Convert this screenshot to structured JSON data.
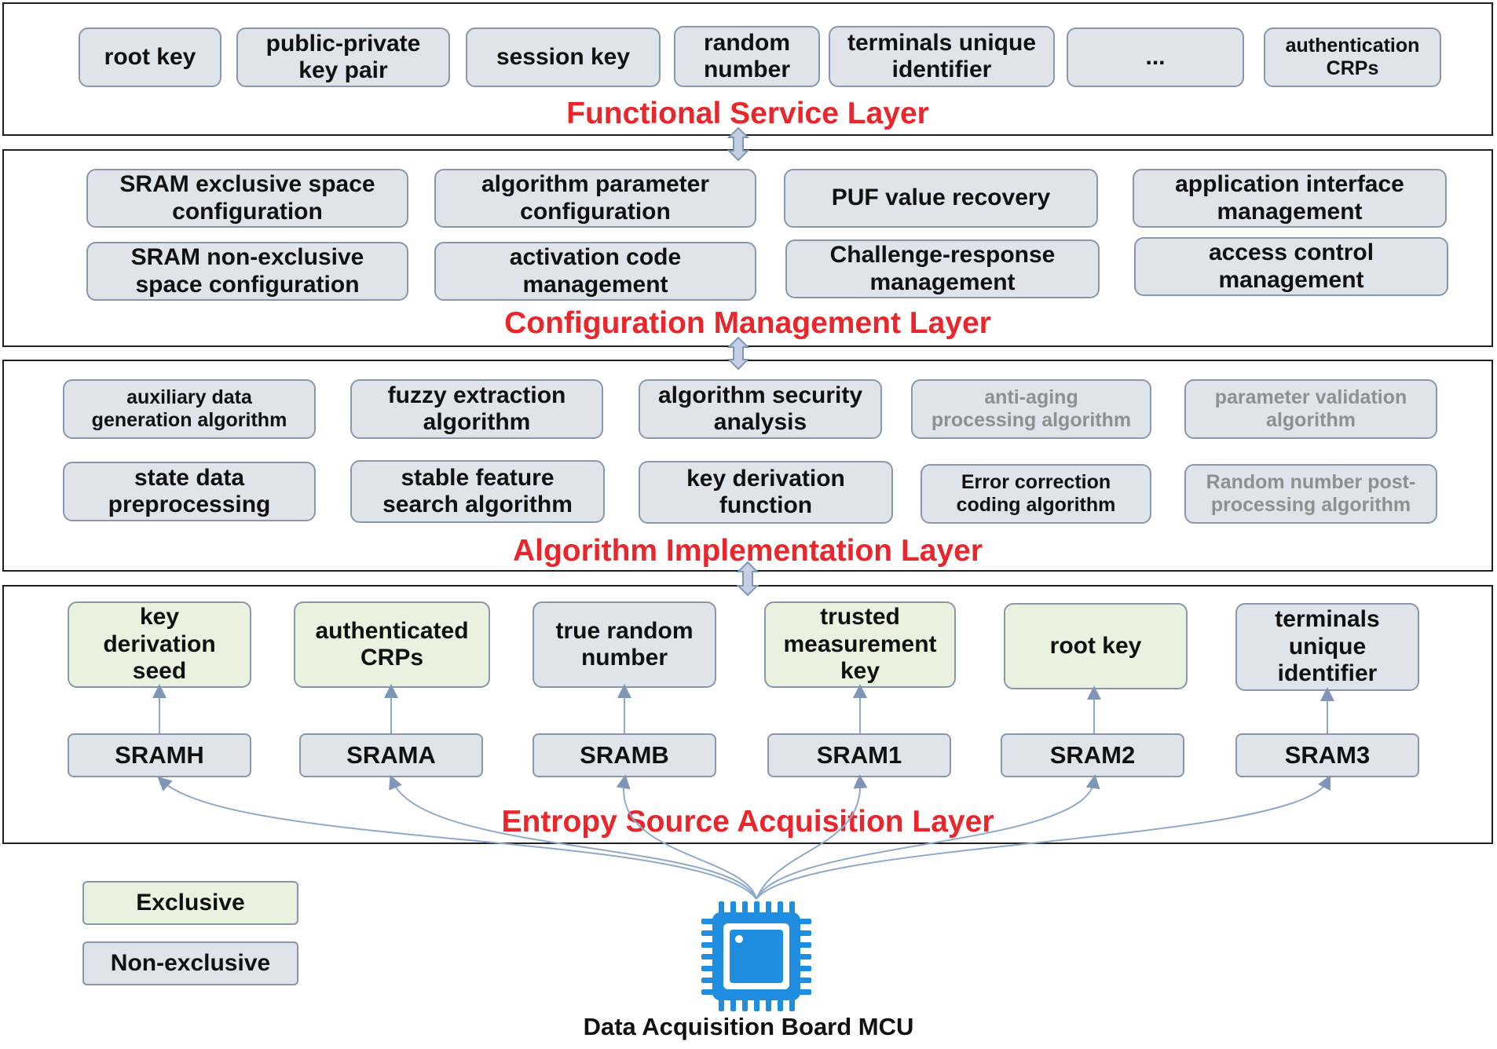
{
  "layers": {
    "functional": {
      "title": "Functional Service Layer",
      "items": [
        "root key",
        "public-private\nkey pair",
        "session key",
        "random\nnumber",
        "terminals unique\nidentifier",
        "...",
        "authentication\nCRPs"
      ]
    },
    "configuration": {
      "title": "Configuration Management Layer",
      "items": [
        "SRAM exclusive space\nconfiguration",
        "algorithm parameter\nconfiguration",
        "PUF value recovery",
        "application interface\nmanagement",
        "SRAM non-exclusive\nspace configuration",
        "activation code\nmanagement",
        "Challenge-response\nmanagement",
        "access control\nmanagement"
      ]
    },
    "algorithm": {
      "title": "Algorithm Implementation Layer",
      "items": [
        "auxiliary data\ngeneration algorithm",
        "fuzzy extraction\nalgorithm",
        "algorithm security\nanalysis",
        "anti-aging\nprocessing algorithm",
        "parameter validation\nalgorithm",
        "state data\npreprocessing",
        "stable feature\nsearch algorithm",
        "key derivation\nfunction",
        "Error correction\ncoding algorithm",
        "Random number post-\nprocessing algorithm"
      ]
    },
    "entropy": {
      "title": "Entropy Source Acquisition Layer",
      "outputs": [
        "key\nderivation\nseed",
        "authenticated\nCRPs",
        "true random\nnumber",
        "trusted\nmeasurement\nkey",
        "root key",
        "terminals\nunique\nidentifier"
      ],
      "srams": [
        "SRAMH",
        "SRAMA",
        "SRAMB",
        "SRAM1",
        "SRAM2",
        "SRAM3"
      ]
    }
  },
  "legend": {
    "exclusive": "Exclusive",
    "non_exclusive": "Non-exclusive"
  },
  "mcu_label": "Data Acquisition Board MCU",
  "colors": {
    "title_red": "#e8262b",
    "box_gray": "#dfe3ea",
    "box_green": "#e9f2de",
    "box_border": "#8a97ab",
    "chip_blue": "#1f8ee0",
    "arrow_blue": "#8fa9cc"
  }
}
